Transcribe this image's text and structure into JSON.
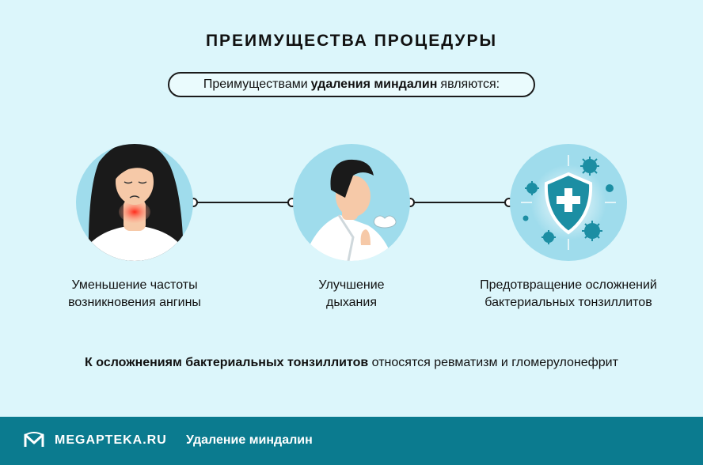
{
  "header": {
    "title": "ПРЕИМУЩЕСТВА ПРОЦЕДУРЫ",
    "intro_prefix": "Преимуществами",
    "intro_bold": "удаления миндалин",
    "intro_suffix": "являются:"
  },
  "benefits": [
    {
      "line1": "Уменьшение частоты",
      "line2": "возникновения ангины",
      "illustration": "woman-sore-throat"
    },
    {
      "line1": "Улучшение",
      "line2": "дыхания",
      "illustration": "man-breathing"
    },
    {
      "line1": "Предотвращение осложнений",
      "line2": "бактериальных тонзиллитов",
      "illustration": "shield-bacteria"
    }
  ],
  "note": {
    "bold": "К осложнениям бактериальных тонзиллитов",
    "rest": "относятся ревматизм и гломерулонефрит"
  },
  "footer": {
    "brand": "MEGAPTEKA.RU",
    "topic": "Удаление миндалин",
    "logo_icon": "megapteka-m-logo"
  },
  "colors": {
    "background": "#dcf6fb",
    "circle": "#9fdcec",
    "footer": "#0b7b8f",
    "teal": "#1c8ea3",
    "throat": "#ff3b2f"
  }
}
